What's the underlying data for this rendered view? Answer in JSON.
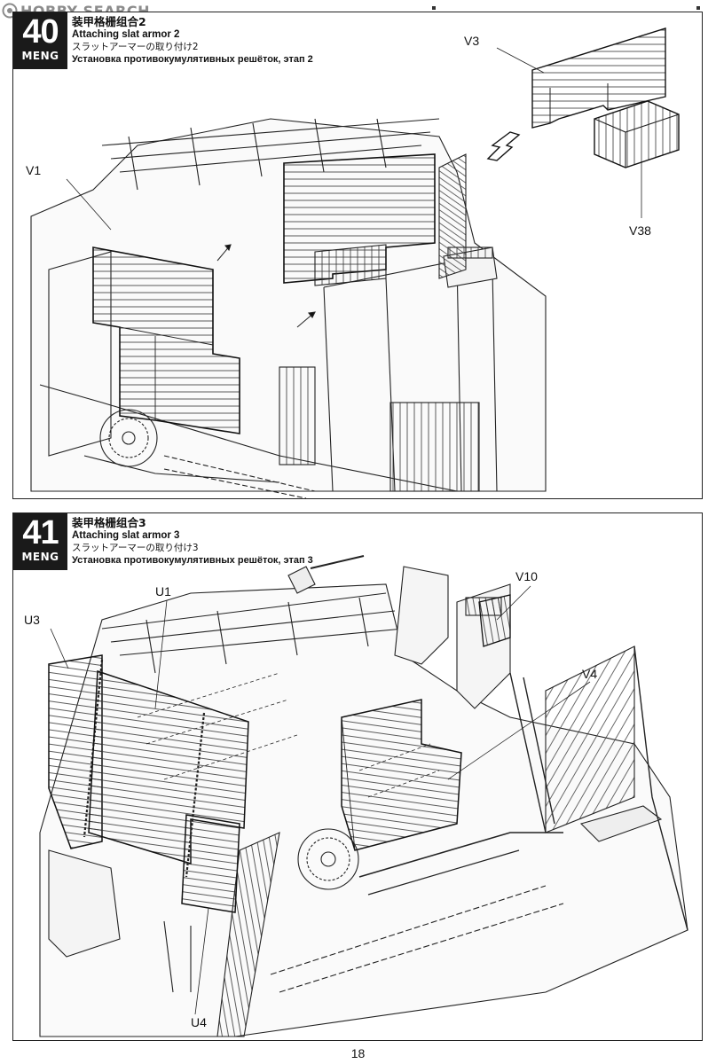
{
  "watermark": {
    "text": "HOBBY SEARCH"
  },
  "steps": [
    {
      "number": "40",
      "brand": "MENG",
      "title_cn": "装甲格栅组合2",
      "title_en": "Attaching slat armor 2",
      "title_jp": "スラットアーマーの取り付け2",
      "title_ru": "Установка противокумулятивных решёток, этап 2",
      "callouts": [
        "V1",
        "V3",
        "V38"
      ]
    },
    {
      "number": "41",
      "brand": "MENG",
      "title_cn": "装甲格栅组合3",
      "title_en": "Attaching slat armor 3",
      "title_jp": "スラットアーマーの取り付け3",
      "title_ru": "Установка противокумулятивных решёток, этап 3",
      "callouts": [
        "U3",
        "U1",
        "V10",
        "V4",
        "U4"
      ]
    }
  ],
  "page_number": "18"
}
